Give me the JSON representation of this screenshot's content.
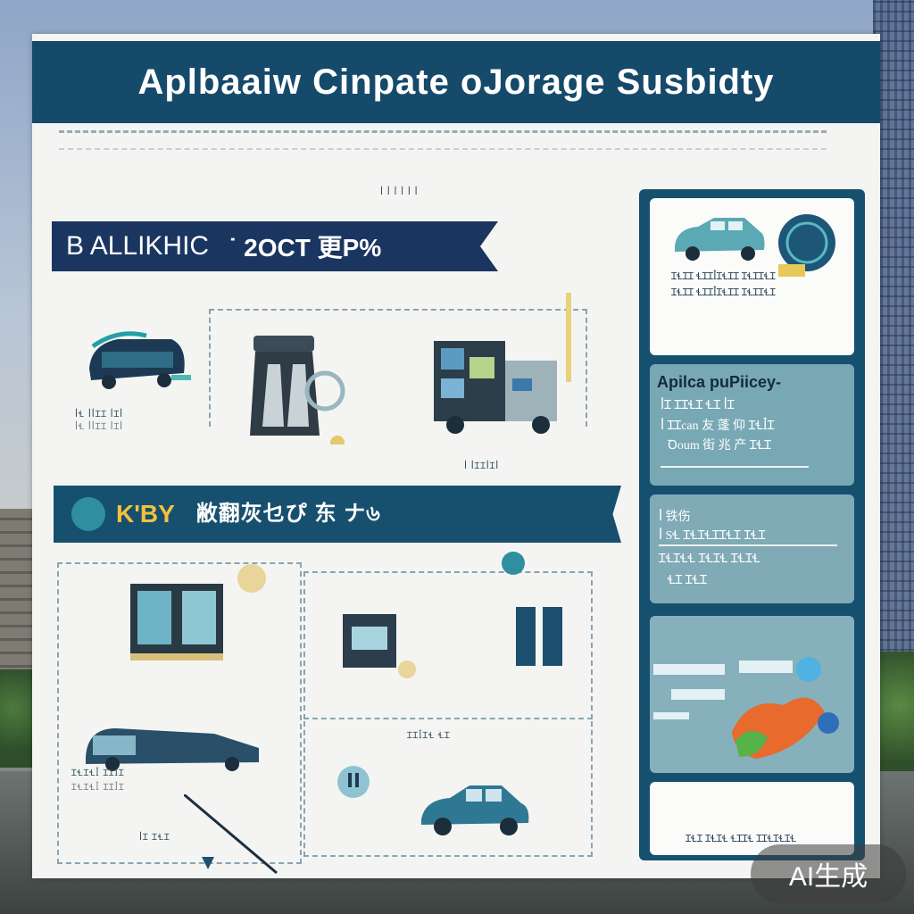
{
  "poster": {
    "title": "Aplbaaiw Cinpate oJorage Susbidty",
    "top_scribble": "ꟾ ꟾ ꟾ ꟾ ꟾ ꟾ",
    "ribbon1": {
      "left": "B ALLIKHIC",
      "right": "˙ 2OCT 更P%"
    },
    "ribbon2": {
      "badge": "K'BY",
      "text": "敝翻灰乜ぴ 东 ナ৬"
    },
    "caption_left": "ꟾꞭ ꟾꟾꞮꞮ ꟾꞮꟾ",
    "caption_center": "ꟾ ꟾꞮꞮꟾꞮꟾ",
    "caption_car": "ꞮꞭꞮꟾꞭꟾ",
    "caption_bottom_center": "ꞮꞮꟾꞮꞭ ꞭꞮ",
    "caption_bottom_left": "ꞮꞭꞮꞭꟾ ꞮꞮꟾꞮ",
    "caption_bottom_small": "ꟾꞮ ꞮꞭꞮ"
  },
  "sidebar": {
    "card1_text": "ꞮꞭꞮꞮ ꞭꞮꞮꟾꞮꞭꞮꞮ ꞮꞭꞮꞮꞭꞮ",
    "card2_title": "Apilca puPiicey-",
    "card2_lines": [
      "ꟾꞮ ꞮꞮꞭꞮ ꞭꞮ ꟾꞮ",
      "ꟾ ꞮꞮcan 友 蓬 仰 ꞮꞭꟾꞮ",
      "Ꝺoum 街 兆 产 ꞮꞭꞮ"
    ],
    "card3_lines": [
      "ꟾ 铁伤",
      "ꟾ SꞭ ꞮꞭꞮꞭꞮꞮꞭꞮ ꞮꞭꞮ",
      "ꞮꞭꞮꞭꞭ ꞮꞭꞮꞭ ꞮꞭꞮꞭ",
      "ꞭꞮ ꞮꞭꞮ"
    ],
    "card5_text": "ꞮꞭꞮ ꞮꞭꞮꞭ ꞭꞮꞮꞭ ꞮꞮꞭꞮꞭꞮꞭ"
  },
  "badge": {
    "label": "AI生成"
  }
}
